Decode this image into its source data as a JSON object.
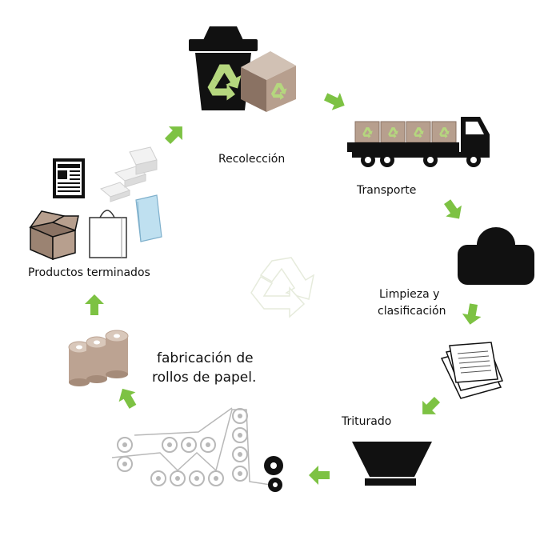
{
  "labels": {
    "recoleccion": "Recolección",
    "transporte": "Transporte",
    "limpieza_line1": "Limpieza y",
    "limpieza_line2": "clasificación",
    "triturado": "Triturado",
    "fabricacion_line1": "fabricación de",
    "fabricacion_line2": "rollos de papel.",
    "productos": "Productos terminados"
  },
  "colors": {
    "arrow_green": "#7dc243",
    "recycle_green": "#b5d77e",
    "box_brown": "#b79f8e",
    "box_dark": "#8a7263",
    "roll_tan": "#bca392",
    "sketch_gray": "#b8b8b8",
    "ink": "#111111",
    "light_blue": "#bfe0f0"
  },
  "icons": {
    "stage1": "recycle-bin-and-box-icon",
    "stage2": "truck-icon",
    "stage3": "cleaning-machine-icon",
    "stage4": "paper-sheets-icon",
    "stage5": "shredder-hopper-icon",
    "stage6": "paper-machine-rollers-icon",
    "stage7": "paper-rolls-icon",
    "stage8": "finished-products-icon",
    "center": "recycle-symbol-icon"
  }
}
